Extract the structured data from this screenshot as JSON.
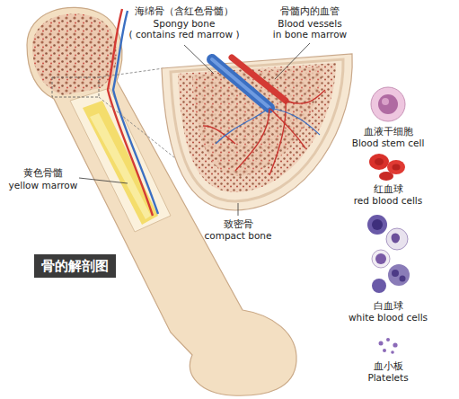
{
  "diagram": {
    "title": "骨的解剖图",
    "labels": [
      "海绵骨（含红色骨髓）",
      "Spongy bone",
      "( contains red marrow )",
      "骨髓内的血管",
      "Blood vessels",
      "in bone marrow",
      "血液干细胞",
      "Blood stem cell",
      "红血球",
      "red blood cells",
      "黄色骨髓",
      "yellow marrow",
      "致密骨",
      "compact bone",
      "白血球",
      "white blood cells",
      "血小板",
      "Platelets"
    ]
  }
}
